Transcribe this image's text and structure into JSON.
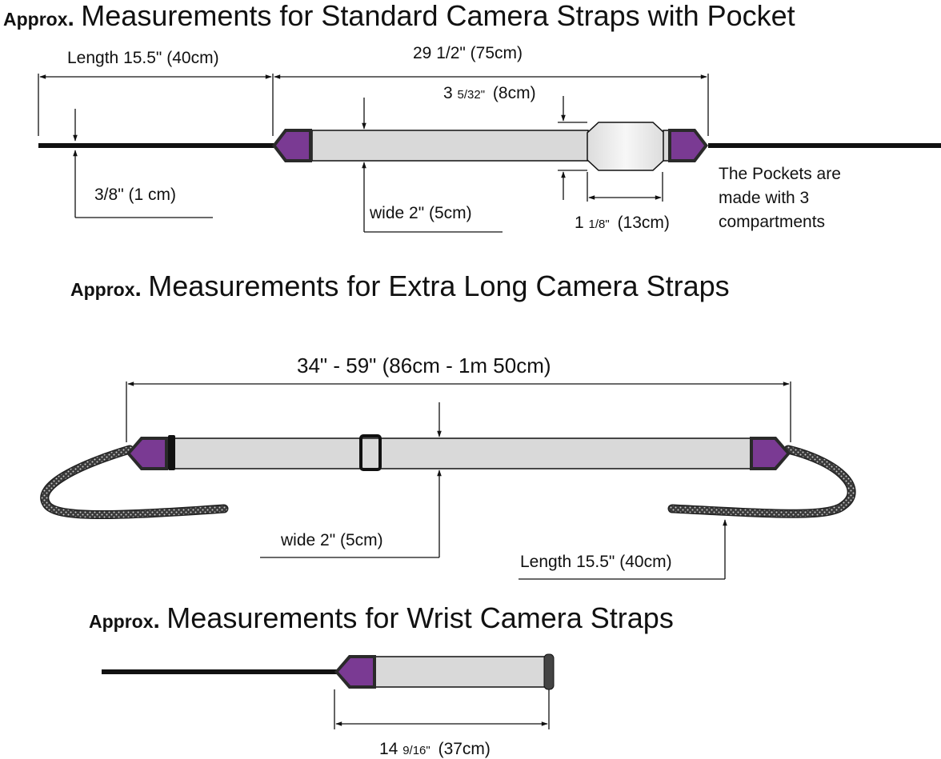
{
  "colors": {
    "cap": "#7a3a93",
    "strap_fill": "#d9d9d9",
    "line": "#111111",
    "webbing": "#3a3a3a"
  },
  "section1": {
    "heading_prefix": "Approx",
    "heading_dot": ".",
    "heading_main": "Measurements for Standard Camera Straps with Pocket",
    "length": "Length 15.5\"  (40cm)",
    "total_length": "29 1/2\"  (75cm)",
    "pocket_height_whole": "3",
    "pocket_height_frac": "5/32\"",
    "pocket_height_metric": "(8cm)",
    "cord_width": "3/8\"  (1 cm)",
    "strap_width": "wide 2\"  (5cm)",
    "pocket_width_whole": "1",
    "pocket_width_frac": "1/8\"",
    "pocket_width_metric": "(13cm)",
    "note_lines": [
      "The Pockets are",
      "made with 3",
      "compartments"
    ]
  },
  "section2": {
    "heading_prefix": "Approx",
    "heading_dot": ".",
    "heading_main": "Measurements for Extra Long Camera Straps",
    "total_length": "34\" - 59\"  (86cm - 1m 50cm)",
    "strap_width": "wide 2\"  (5cm)",
    "length": "Length 15.5\"  (40cm)"
  },
  "section3": {
    "heading_prefix": "Approx",
    "heading_dot": ".",
    "heading_main": "Measurements for Wrist Camera Straps",
    "length_whole": "14",
    "length_frac": "9/16\"",
    "length_metric": "(37cm)"
  }
}
